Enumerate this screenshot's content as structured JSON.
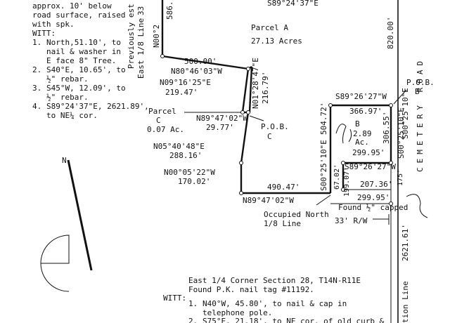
{
  "witt_top": {
    "intro_lines": [
      "approx. 10' below",
      "road surface, raised",
      "with spk."
    ],
    "heading": "WITT:",
    "items": [
      {
        "num": "1.",
        "lines": [
          "North,51.10', to",
          "nail & washer in",
          "E face 8\" Tree."
        ]
      },
      {
        "num": "2.",
        "lines": [
          "S40°E, 10.65', to",
          "½\" rebar."
        ]
      },
      {
        "num": "3.",
        "lines": [
          "S45°W, 12.09', to",
          "½\" rebar."
        ]
      },
      {
        "num": "4.",
        "lines": [
          "S89°24'37\"E, 2621.89',",
          "to NE¼ cor."
        ]
      }
    ]
  },
  "side_labels": {
    "previously": "Previously est",
    "east_line": "East 1/8 Line",
    "fragment_33": "33",
    "fragment_586": "586.",
    "n00_top": "N00°2",
    "s89_top": "S89°24'37\"E"
  },
  "parcel_a": {
    "name": "Parcel A",
    "area": "27.13 Acres"
  },
  "parcel_c": {
    "name": "Parcel",
    "letter": "C",
    "area": "0.07 Ac."
  },
  "parcel_b": {
    "letter": "B",
    "area_num": "2.89",
    "area_unit": "Ac."
  },
  "bearings": {
    "b500": "500.00'",
    "n80": "N80°46'03\"W",
    "n09": "N09°16'25\"E",
    "d219": "219.47'",
    "n01": "N01°28'47\"E",
    "d216": "216.79'",
    "n89_mid": "N89°47'02\"W",
    "d29": "29.77'",
    "n05": "N05°40'48\"E",
    "d288": "288.16'",
    "n00_05": "N00°05'22\"W",
    "d170": "170.02'",
    "d490": "490.47'",
    "n89_bot": "N89°47'02\"W",
    "s89_b": "S89°26'27\"W",
    "d366": "366.97'",
    "d504": "504.72'",
    "s00_left": "S00°25'10\"E",
    "s00_right_top": "S00°25'10\"E",
    "d306": "306.55'",
    "s00_right_mid": "S00°25'10\"E",
    "d299_top": "299.95'",
    "s89_lower": "S89°26'27\"W",
    "d67": "67.02'",
    "d199": "199.07'",
    "d207": "207.36'",
    "d299_bot": "299.95'",
    "d175": "175'",
    "d820": "820.00'",
    "d2621": "2621.61'"
  },
  "pob": {
    "c_label": "P.O.B.",
    "c_letter": "C",
    "b_label": "P.O.B.",
    "b_letter": "B"
  },
  "road": {
    "name": "CEMETERY ROAD",
    "row": "33' R/W"
  },
  "notes": {
    "occupied_1": "Occupied North",
    "occupied_2": "1/8 Line",
    "found": "Found ½\" capped",
    "n_arrow": "N",
    "section_line": "tion Line"
  },
  "corner": {
    "line1": "East 1/4 Corner Section 28, T14N-R11E",
    "line2": "Found P.K. nail tag #11192."
  },
  "witt_bottom": {
    "heading": "WITT:",
    "items": [
      {
        "num": "1.",
        "lines": [
          "N40°W, 45.80', to nail & cap in",
          "telephone pole."
        ]
      },
      {
        "num": "2.",
        "lines": [
          "S75°E, 21.18', to NE cor. of old curb &"
        ]
      }
    ]
  }
}
